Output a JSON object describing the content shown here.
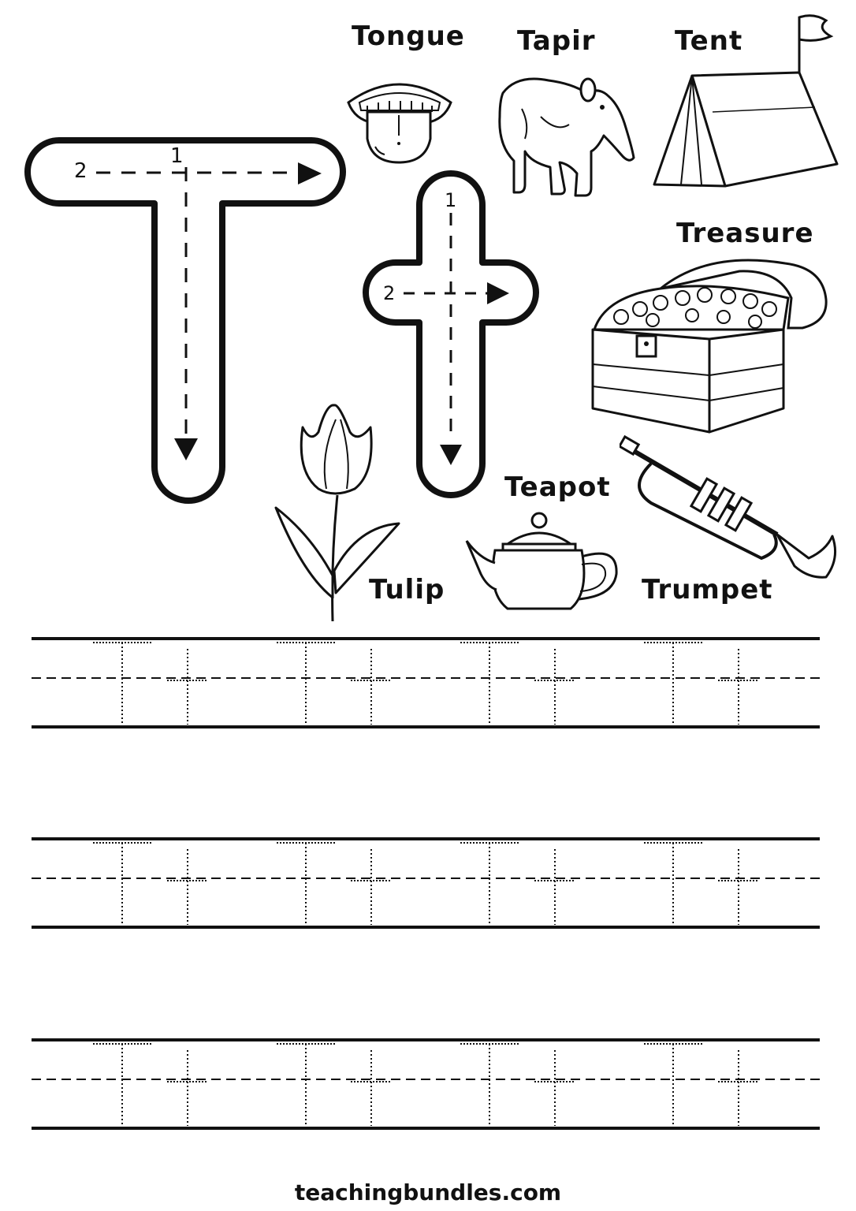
{
  "letters": {
    "upper": {
      "stroke1": "1",
      "stroke2": "2"
    },
    "lower": {
      "stroke1": "1",
      "stroke2": "2"
    }
  },
  "words": [
    {
      "id": "tongue",
      "label": "Tongue"
    },
    {
      "id": "tapir",
      "label": "Tapir"
    },
    {
      "id": "tent",
      "label": "Tent"
    },
    {
      "id": "treasure",
      "label": "Treasure"
    },
    {
      "id": "teapot",
      "label": "Teapot"
    },
    {
      "id": "tulip",
      "label": "Tulip"
    },
    {
      "id": "trumpet",
      "label": "Trumpet"
    }
  ],
  "practice_rows": 3,
  "pairs_per_row": 4,
  "footer": "teachingbundles.com"
}
